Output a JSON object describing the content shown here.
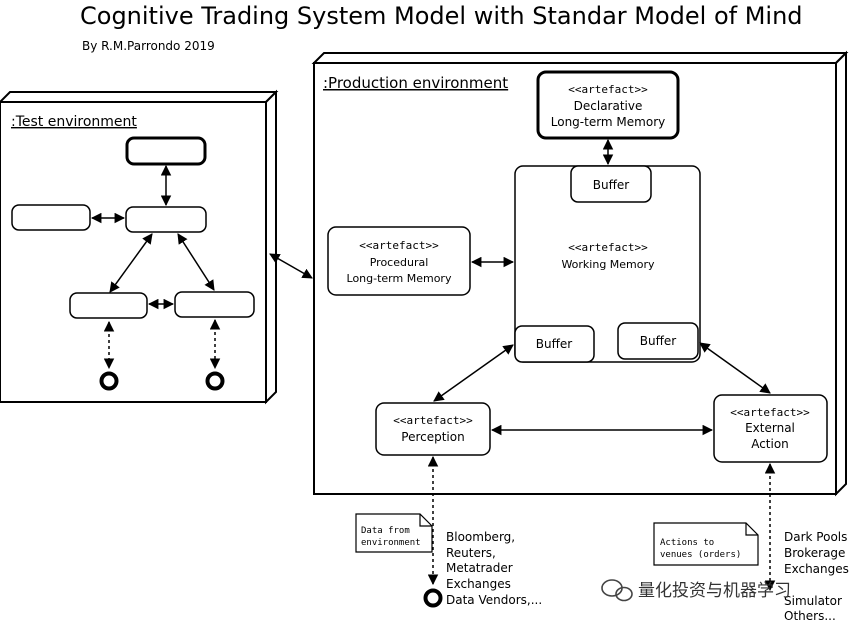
{
  "title": "Cognitive Trading System Model with Standar Model of Mind",
  "author": "By R.M.Parrondo 2019",
  "test_env": {
    "label": ":Test environment"
  },
  "prod_env": {
    "label": ":Production environment"
  },
  "declarative": {
    "stereo": "<<artefact>>",
    "line1": "Declarative",
    "line2": "Long-term Memory"
  },
  "procedural": {
    "stereo": "<<artefact>>",
    "line1": "Procedural",
    "line2": "Long-term Memory"
  },
  "working": {
    "stereo": "<<artefact>>",
    "line1": "Working Memory"
  },
  "buffers": {
    "top": "Buffer",
    "bottom_left": "Buffer",
    "bottom_right": "Buffer"
  },
  "perception": {
    "stereo": "<<artefact>>",
    "line1": "Perception"
  },
  "external": {
    "stereo": "<<artefact>>",
    "line1": "External",
    "line2": "Action"
  },
  "note_data": {
    "line1": "Data from",
    "line2": "environment"
  },
  "note_actions": {
    "line1": "Actions to",
    "line2": "venues (orders)"
  },
  "data_sources": [
    "Bloomberg,",
    "Reuters,",
    "Metatrader",
    "Exchanges",
    "Data Vendors,..."
  ],
  "action_targets": [
    "Dark Pools",
    "Brokerage",
    "Exchanges",
    "Simulator",
    "Others..."
  ],
  "watermark": "量化投资与机器学习"
}
